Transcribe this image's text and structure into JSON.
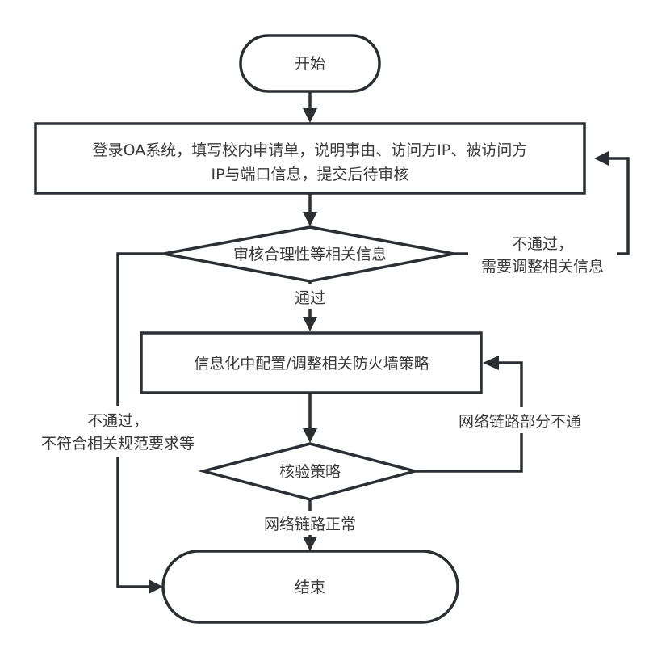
{
  "diagram": {
    "type": "flowchart",
    "nodes": {
      "start": {
        "shape": "terminator",
        "label": "开始"
      },
      "submit": {
        "shape": "process",
        "line1": "登录OA系统，填写校内申请单，说明事由、访问方IP、被访问方",
        "line2": "IP与端口信息，提交后待审核"
      },
      "review": {
        "shape": "decision",
        "label": "审核合理性等相关信息"
      },
      "configure": {
        "shape": "process",
        "label": "信息化中配置/调整相关防火墙策略"
      },
      "verify": {
        "shape": "decision",
        "label": "核验策略"
      },
      "end": {
        "shape": "terminator",
        "label": "结束"
      }
    },
    "edges": {
      "start_to_submit": {
        "from": "start",
        "to": "submit",
        "label": ""
      },
      "submit_to_review": {
        "from": "submit",
        "to": "review",
        "label": ""
      },
      "review_pass": {
        "from": "review",
        "to": "configure",
        "label": "通过"
      },
      "review_adjust": {
        "from": "review",
        "to": "submit",
        "line1": "不通过，",
        "line2": "需要调整相关信息"
      },
      "review_reject": {
        "from": "review",
        "to": "end",
        "line1": "不通过，",
        "line2": "不符合相关规范要求等"
      },
      "configure_to_verify": {
        "from": "configure",
        "to": "verify",
        "label": ""
      },
      "verify_fail": {
        "from": "verify",
        "to": "configure",
        "label": "网络链路部分不通"
      },
      "verify_ok": {
        "from": "verify",
        "to": "end",
        "label": "网络链路正常"
      }
    }
  }
}
